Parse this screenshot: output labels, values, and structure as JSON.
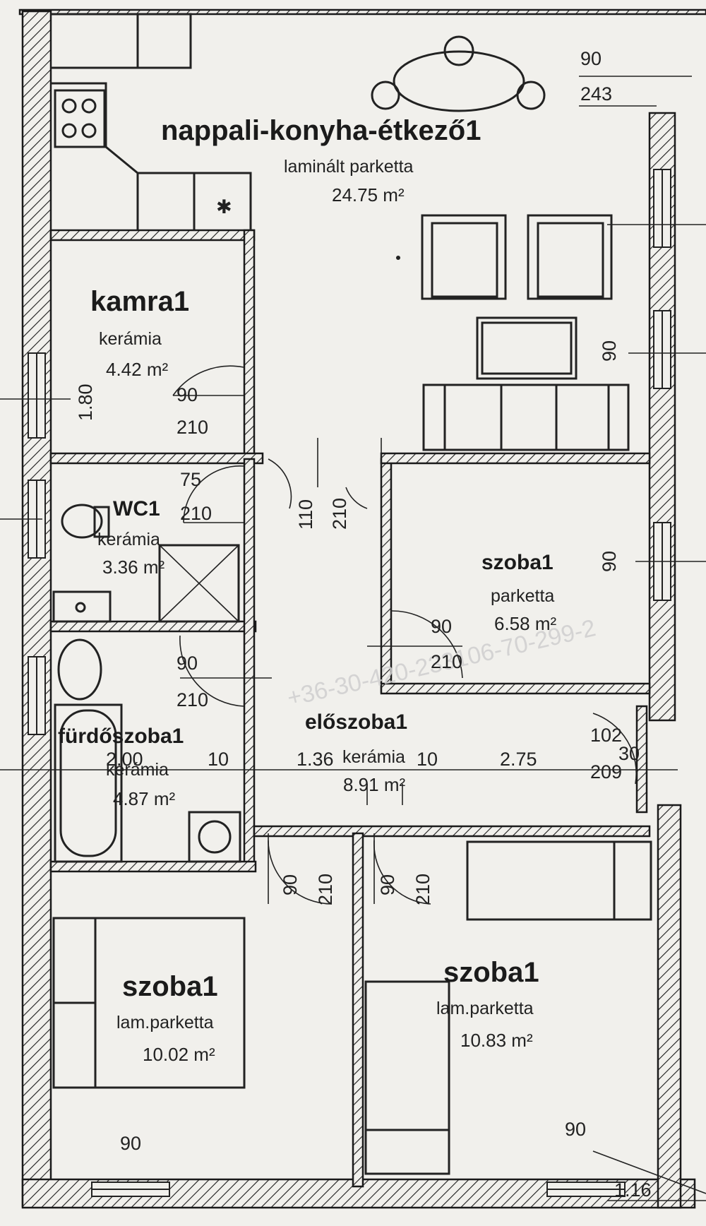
{
  "rooms": {
    "living": {
      "name": "nappali-konyha-étkező1",
      "floor": "laminált parketta",
      "area": "24.75 m²"
    },
    "pantry": {
      "name": "kamra1",
      "floor": "kerámia",
      "area": "4.42 m²"
    },
    "wc": {
      "name": "WC1",
      "floor": "kerámia",
      "area": "3.36 m²"
    },
    "bath": {
      "name": "fürdőszoba1",
      "floor": "kerámia",
      "area": "4.87 m²"
    },
    "hall": {
      "name": "előszoba1",
      "floor": "kerámia",
      "area": "8.91 m²"
    },
    "room_small": {
      "name": "szoba1",
      "floor": "parketta",
      "area": "6.58 m²"
    },
    "room_left": {
      "name": "szoba1",
      "floor": "lam.parketta",
      "area": "10.02 m²"
    },
    "room_right": {
      "name": "szoba1",
      "floor": "lam.parketta",
      "area": "10.83 m²"
    }
  },
  "labels": {
    "d90": "90",
    "d243": "243",
    "d180": "1.80",
    "d210": "210",
    "d75": "75",
    "d110": "110",
    "d102": "102",
    "d209": "209",
    "d30": "30",
    "d200": "2.00",
    "d10": "10",
    "d136": "1.36",
    "d275": "2.75",
    "d116": "1.16"
  },
  "watermark": "+36-30-420-233106-70-299-2"
}
